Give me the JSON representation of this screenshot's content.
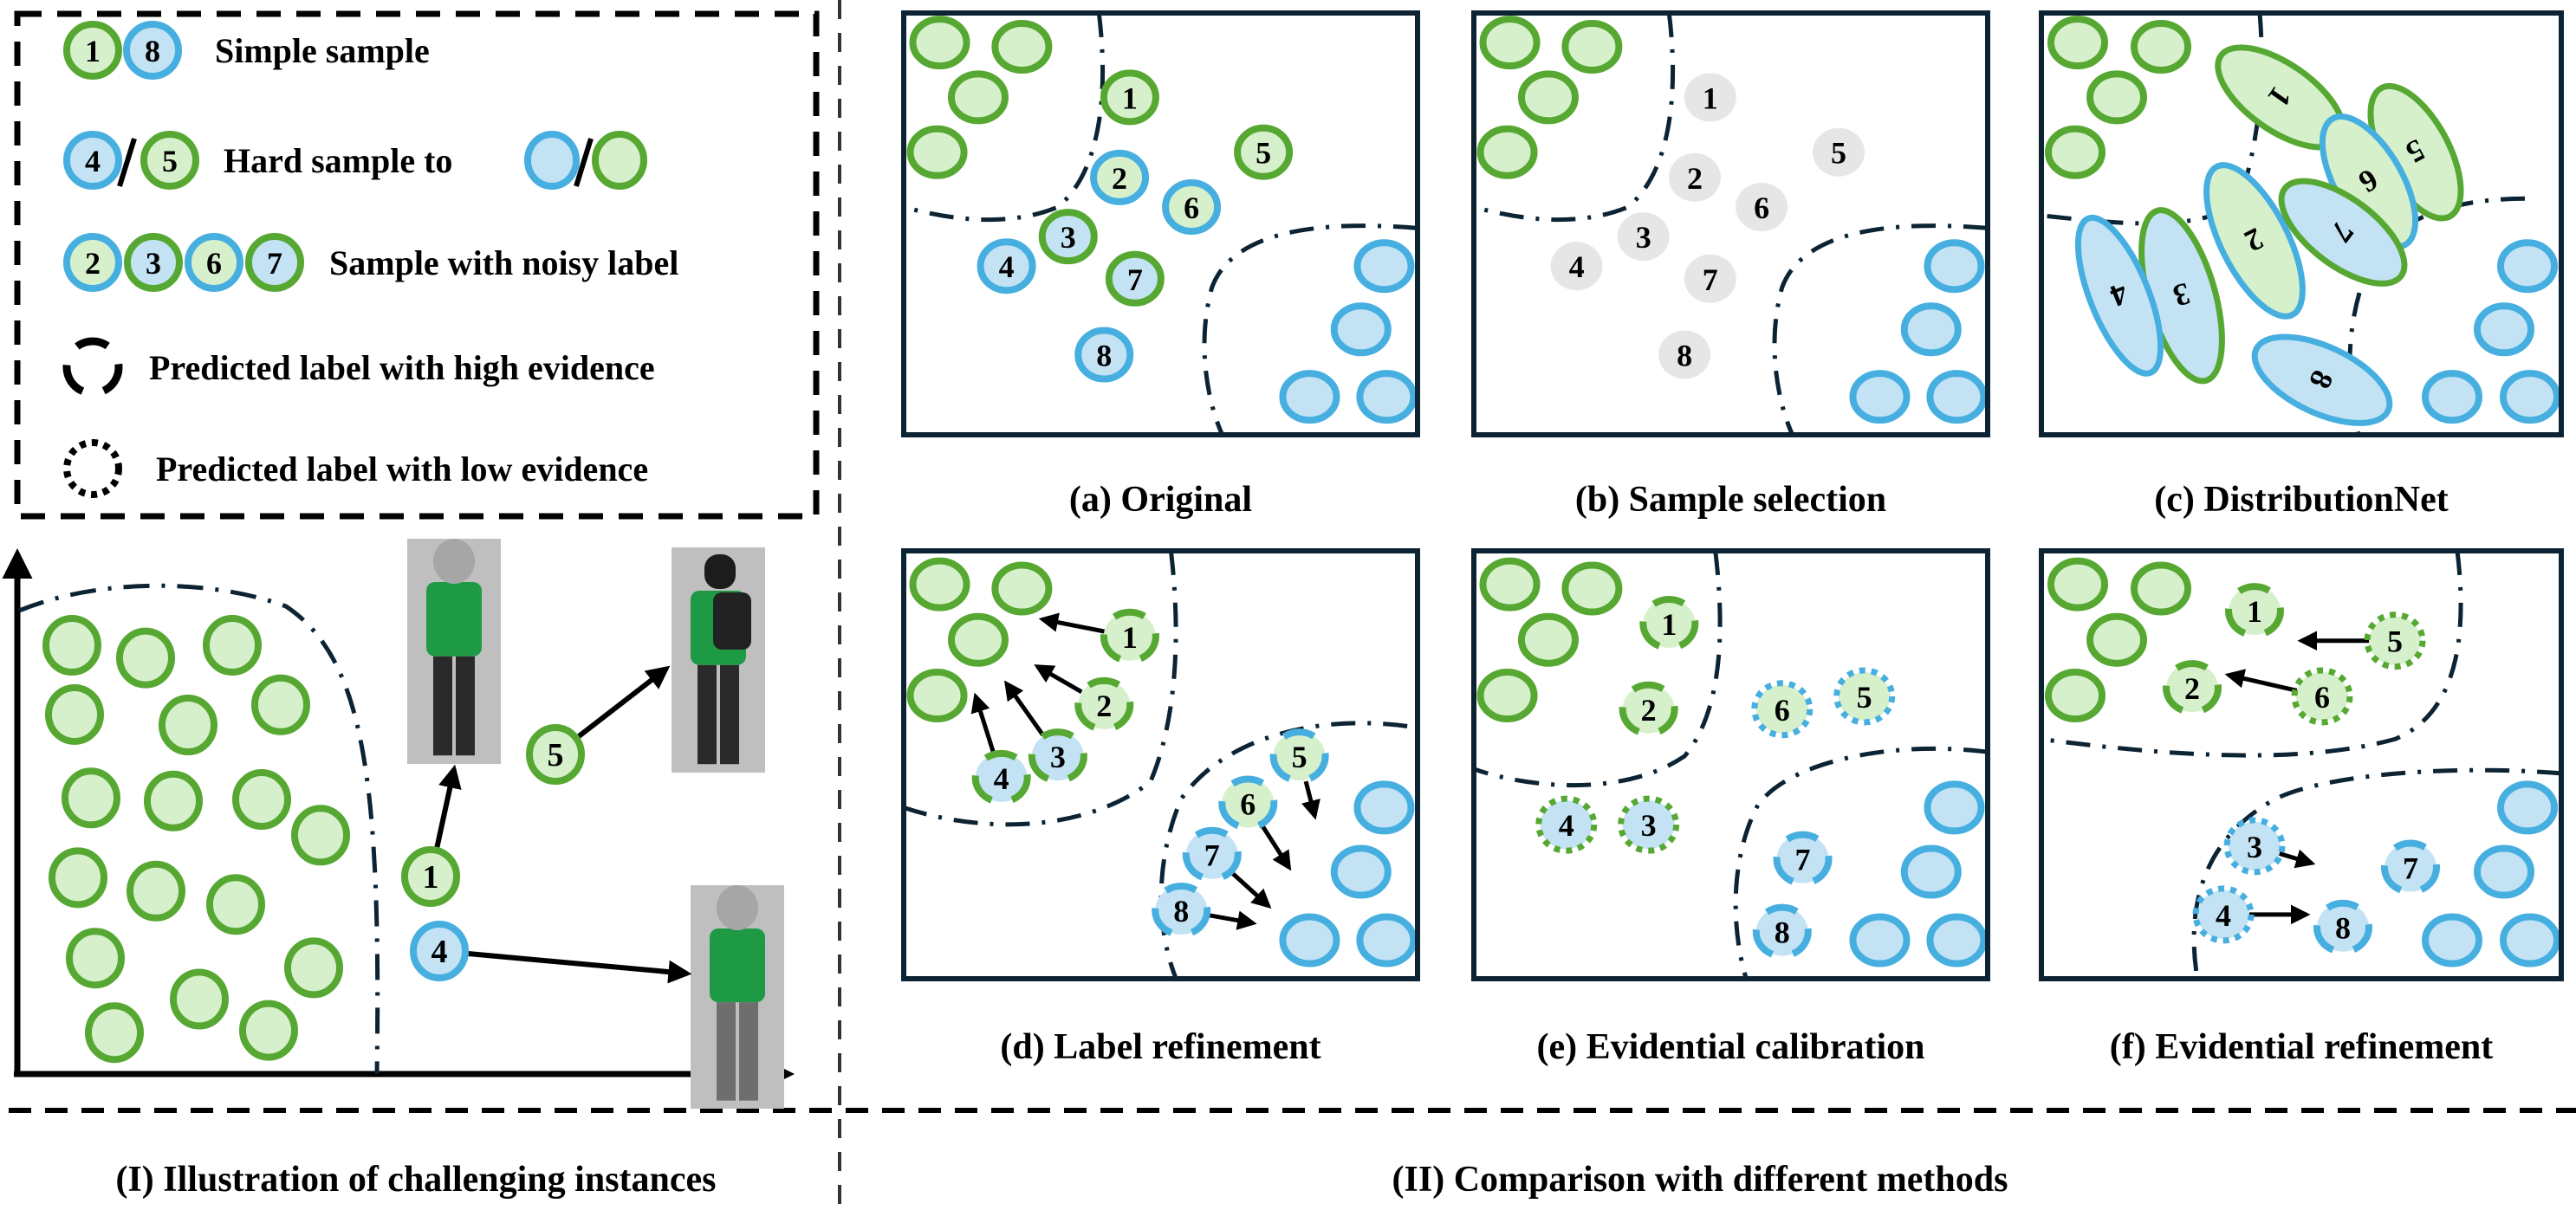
{
  "colors": {
    "green_stroke": "#56a832",
    "green_fill": "#d6f0cc",
    "blue_stroke": "#46afe0",
    "blue_fill": "#c3e3f5",
    "gray_fill": "#e6e6e6",
    "boundary": "#0c2333",
    "text": "#000000"
  },
  "legend": {
    "items": [
      {
        "id": "simple",
        "label": "Simple sample",
        "samples": [
          {
            "n": "1",
            "ring": "green",
            "fill": "green"
          },
          {
            "n": "8",
            "ring": "blue",
            "fill": "blue"
          }
        ]
      },
      {
        "id": "hard",
        "label": "Hard sample to",
        "samples": [
          {
            "n": "4",
            "ring": "blue",
            "fill": "blue"
          },
          {
            "n": "5",
            "ring": "green",
            "fill": "green"
          }
        ],
        "targets": [
          "blue",
          "green"
        ],
        "separator": "/"
      },
      {
        "id": "noisy",
        "label": "Sample with noisy label",
        "samples": [
          {
            "n": "2",
            "ring": "blue",
            "fill": "green"
          },
          {
            "n": "3",
            "ring": "green",
            "fill": "blue"
          },
          {
            "n": "6",
            "ring": "blue",
            "fill": "green"
          },
          {
            "n": "7",
            "ring": "green",
            "fill": "blue"
          }
        ]
      },
      {
        "id": "high",
        "label": "Predicted label with high evidence",
        "style": "dashed-high"
      },
      {
        "id": "low",
        "label": "Predicted label with low evidence",
        "style": "dotted-low"
      }
    ]
  },
  "illustration": {
    "caption": "(I) Illustration of challenging instances",
    "cluster_class": "green",
    "cluster_count": 18,
    "samples": [
      {
        "n": "1",
        "ring": "green",
        "fill": "green",
        "image": "person-image-1"
      },
      {
        "n": "5",
        "ring": "green",
        "fill": "green",
        "image": "person-image-5"
      },
      {
        "n": "4",
        "ring": "blue",
        "fill": "blue",
        "image": "person-image-4"
      }
    ]
  },
  "comparison": {
    "caption": "(II) Comparison with different methods",
    "panels": [
      {
        "id": "a",
        "caption": "(a) Original",
        "samples": [
          {
            "n": "1",
            "ring": "green",
            "fill": "green"
          },
          {
            "n": "2",
            "ring": "blue",
            "fill": "green"
          },
          {
            "n": "3",
            "ring": "green",
            "fill": "blue"
          },
          {
            "n": "4",
            "ring": "blue",
            "fill": "blue"
          },
          {
            "n": "5",
            "ring": "green",
            "fill": "green"
          },
          {
            "n": "6",
            "ring": "blue",
            "fill": "green"
          },
          {
            "n": "7",
            "ring": "green",
            "fill": "blue"
          },
          {
            "n": "8",
            "ring": "blue",
            "fill": "blue"
          }
        ]
      },
      {
        "id": "b",
        "caption": "(b) Sample selection",
        "samples": [
          {
            "n": "1",
            "ring": "none",
            "fill": "gray"
          },
          {
            "n": "2",
            "ring": "none",
            "fill": "gray"
          },
          {
            "n": "3",
            "ring": "none",
            "fill": "gray"
          },
          {
            "n": "4",
            "ring": "none",
            "fill": "gray"
          },
          {
            "n": "5",
            "ring": "none",
            "fill": "gray"
          },
          {
            "n": "6",
            "ring": "none",
            "fill": "gray"
          },
          {
            "n": "7",
            "ring": "none",
            "fill": "gray"
          },
          {
            "n": "8",
            "ring": "none",
            "fill": "gray"
          }
        ]
      },
      {
        "id": "c",
        "caption": "(c) DistributionNet",
        "samples": [
          {
            "n": "1",
            "ring": "green",
            "fill": "green",
            "shape": "ellipse"
          },
          {
            "n": "2",
            "ring": "blue",
            "fill": "green",
            "shape": "ellipse"
          },
          {
            "n": "3",
            "ring": "green",
            "fill": "blue",
            "shape": "ellipse"
          },
          {
            "n": "4",
            "ring": "blue",
            "fill": "blue",
            "shape": "ellipse"
          },
          {
            "n": "5",
            "ring": "green",
            "fill": "green",
            "shape": "ellipse"
          },
          {
            "n": "6",
            "ring": "blue",
            "fill": "green",
            "shape": "ellipse"
          },
          {
            "n": "7",
            "ring": "green",
            "fill": "blue",
            "shape": "ellipse"
          },
          {
            "n": "8",
            "ring": "blue",
            "fill": "blue",
            "shape": "ellipse"
          }
        ]
      },
      {
        "id": "d",
        "caption": "(d) Label refinement",
        "samples": [
          {
            "n": "1",
            "ring": "green",
            "fill": "green",
            "evidence": "high"
          },
          {
            "n": "2",
            "ring": "green",
            "fill": "green",
            "evidence": "high"
          },
          {
            "n": "3",
            "ring": "green",
            "fill": "blue",
            "evidence": "high"
          },
          {
            "n": "4",
            "ring": "green",
            "fill": "blue",
            "evidence": "high"
          },
          {
            "n": "5",
            "ring": "blue",
            "fill": "green",
            "evidence": "high"
          },
          {
            "n": "6",
            "ring": "blue",
            "fill": "green",
            "evidence": "high"
          },
          {
            "n": "7",
            "ring": "blue",
            "fill": "blue",
            "evidence": "high"
          },
          {
            "n": "8",
            "ring": "blue",
            "fill": "blue",
            "evidence": "high"
          }
        ]
      },
      {
        "id": "e",
        "caption": "(e) Evidential calibration",
        "samples": [
          {
            "n": "1",
            "ring": "green",
            "fill": "green",
            "evidence": "high"
          },
          {
            "n": "2",
            "ring": "green",
            "fill": "green",
            "evidence": "high"
          },
          {
            "n": "3",
            "ring": "green",
            "fill": "blue",
            "evidence": "low"
          },
          {
            "n": "4",
            "ring": "green",
            "fill": "blue",
            "evidence": "low"
          },
          {
            "n": "5",
            "ring": "blue",
            "fill": "green",
            "evidence": "low"
          },
          {
            "n": "6",
            "ring": "blue",
            "fill": "green",
            "evidence": "low"
          },
          {
            "n": "7",
            "ring": "blue",
            "fill": "blue",
            "evidence": "high"
          },
          {
            "n": "8",
            "ring": "blue",
            "fill": "blue",
            "evidence": "high"
          }
        ]
      },
      {
        "id": "f",
        "caption": "(f) Evidential refinement",
        "samples": [
          {
            "n": "1",
            "ring": "green",
            "fill": "green",
            "evidence": "high"
          },
          {
            "n": "2",
            "ring": "green",
            "fill": "green",
            "evidence": "high"
          },
          {
            "n": "3",
            "ring": "blue",
            "fill": "blue",
            "evidence": "low"
          },
          {
            "n": "4",
            "ring": "blue",
            "fill": "blue",
            "evidence": "low"
          },
          {
            "n": "5",
            "ring": "green",
            "fill": "green",
            "evidence": "low"
          },
          {
            "n": "6",
            "ring": "green",
            "fill": "green",
            "evidence": "low"
          },
          {
            "n": "7",
            "ring": "blue",
            "fill": "blue",
            "evidence": "high"
          },
          {
            "n": "8",
            "ring": "blue",
            "fill": "blue",
            "evidence": "high"
          }
        ]
      }
    ]
  }
}
